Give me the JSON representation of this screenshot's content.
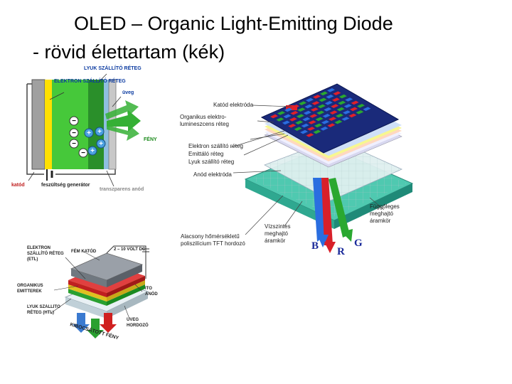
{
  "slide": {
    "title": "OLED – Organic Light-Emitting Diode",
    "subtitle": "- rövid élettartam (kék)"
  },
  "diagram1": {
    "labels": {
      "hole_layer": "LYUK SZÁLLÍTÓ RÉTEG",
      "electron_layer": "ELEKTRON SZÁLLÍTÓ RÉTEG",
      "glass": "üveg",
      "light": "FÉNY",
      "cathode": "katód",
      "voltage": "feszültség generátor",
      "anode": "transzparens anód"
    },
    "charges": [
      "−",
      "−",
      "−",
      "−",
      "+",
      "+",
      "+",
      "+"
    ]
  },
  "diagram2": {
    "labels": {
      "cathode_electrode": "Katód elektróda",
      "organic_layer": "Organikus elektro-lumineszcens réteg",
      "electron_layer": "Elektron szállító réteg",
      "emitting_layer": "Emittáló réteg",
      "hole_layer": "Lyuk szállító réteg",
      "anode_electrode": "Anód elektróda",
      "tft": "Alacsony hőmérsékletű poliszilícium TFT hordozó",
      "horizontal_circuit": "Vízszintes meghajtó áramkör",
      "vertical_circuit": "Függőleges meghajtó áramkör",
      "b": "B",
      "r": "R",
      "g": "G"
    }
  },
  "diagram3": {
    "labels": {
      "electron_layer": "ELEKTRON SZÁLLÍTÓ RÉTEG (ETL)",
      "metal_cathode": "FÉM KATÓD",
      "voltage": "2 – 10 VOLT DC",
      "organic_emitters": "ORGANIKUS EMITTEREK",
      "ito_anode": "ITO ANÓD",
      "hole_layer": "LYUK SZÁLLÍTÓ RÉTEG (HTL)",
      "glass_substrate": "ÜVEG HORDOZÓ",
      "emitted_light": "KIBOCSÁTOTT FÉNY"
    }
  }
}
